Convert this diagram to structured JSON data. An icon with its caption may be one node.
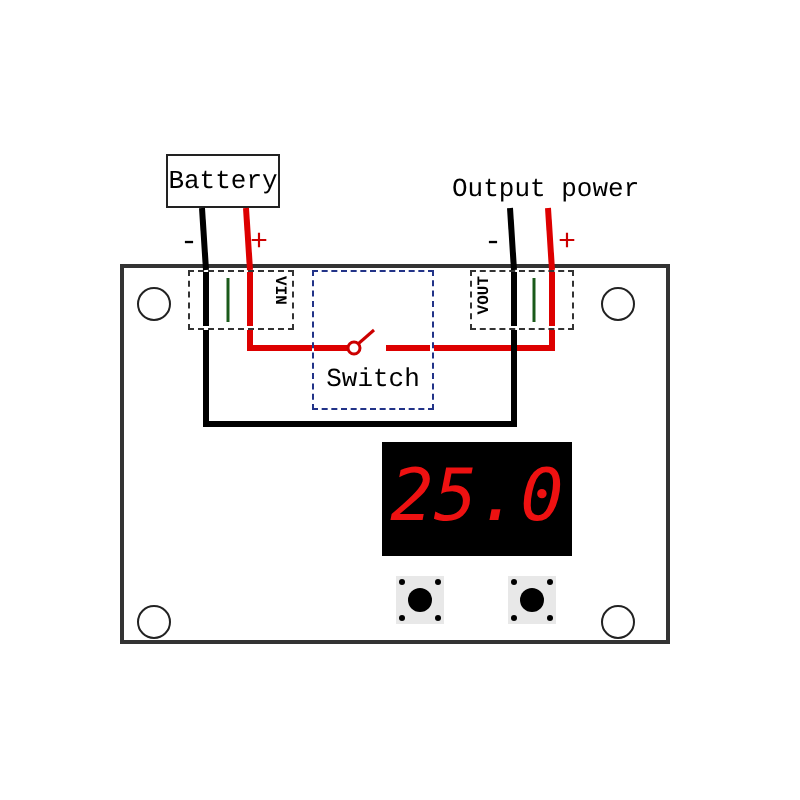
{
  "diagram": {
    "nodes": [
      {
        "text": [
          "Battery"
        ]
      },
      {
        "text": [
          "Output power"
        ]
      },
      {
        "text": [],
        "shape": "box"
      },
      {
        "text": [
          "VIN"
        ],
        "in": 2
      },
      {
        "text": [
          "Switch"
        ],
        "in": 2
      },
      {
        "text": [
          "VOUT"
        ],
        "in": 2
      },
      {
        "text": [
          "25.0"
        ],
        "in": 2
      }
    ],
    "edges": [
      {
        "from": 0,
        "to": 3,
        "arrow": "none",
        "color": "#000000"
      },
      {
        "from": 0,
        "to": 3,
        "arrow": "none",
        "color": "#dd0000"
      },
      {
        "from": 3,
        "to": 4,
        "arrow": "none",
        "color": "#dd0000"
      },
      {
        "from": 4,
        "to": 5,
        "arrow": "none",
        "color": "#dd0000"
      },
      {
        "from": 3,
        "to": 5,
        "arrow": "none",
        "color": "#000000"
      },
      {
        "from": 5,
        "to": 1,
        "arrow": "none",
        "color": "#000000"
      },
      {
        "from": 5,
        "to": 1,
        "arrow": "none",
        "color": "#dd0000"
      }
    ],
    "labels": [
      "-",
      "+",
      "-",
      "+"
    ]
  }
}
